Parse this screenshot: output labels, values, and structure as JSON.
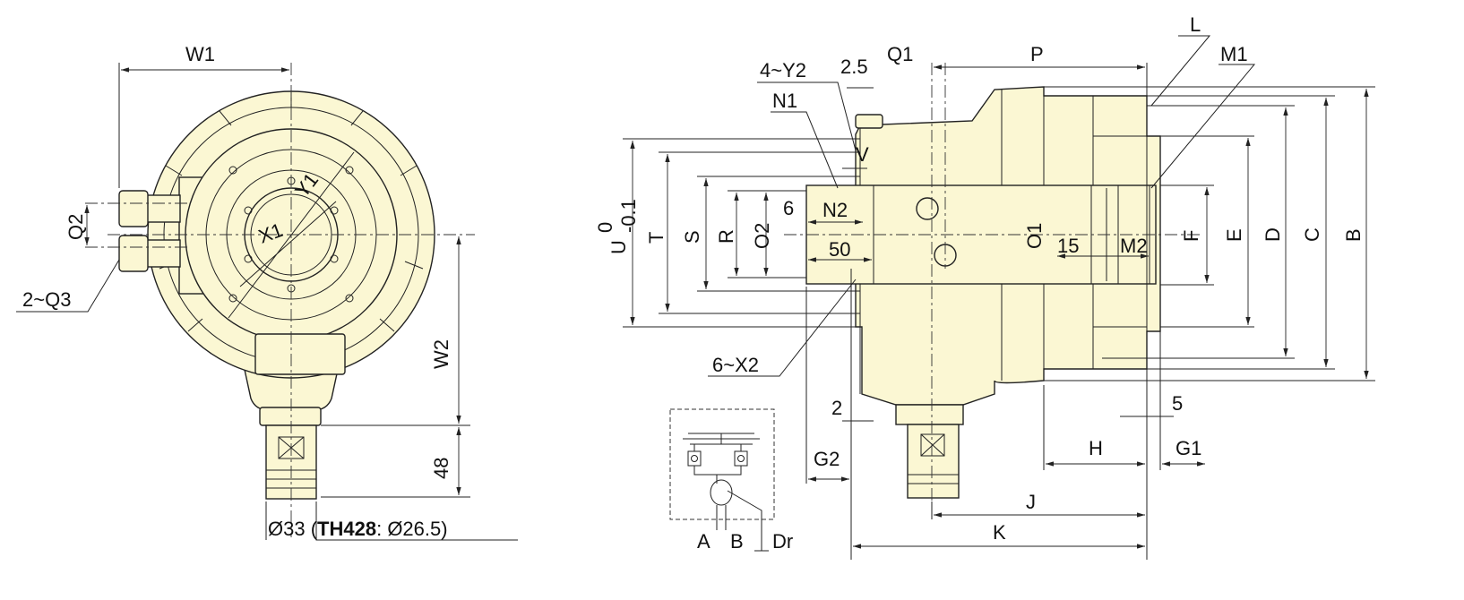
{
  "colors": {
    "body": "#fbf7d3",
    "line": "#222222"
  },
  "front_view": {
    "w1": "W1",
    "q2": "Q2",
    "q3": "2~Q3",
    "w2": "W2",
    "dim48": "48",
    "x1": "X1",
    "y1": "Y1",
    "shaft_dia": "Ø33",
    "model_open": "(",
    "model": "TH428",
    "model_note": ": Ø26.5)"
  },
  "side_view": {
    "q1": "Q1",
    "p": "P",
    "l": "L",
    "m1": "M1",
    "y2": "4~Y2",
    "dim2_5": "2.5",
    "n1": "N1",
    "v": "V",
    "u": "U",
    "u_tol_upper": "0",
    "u_tol_lower": "-0.1",
    "t": "T",
    "s": "S",
    "r": "R",
    "o2": "O2",
    "dim6": "6",
    "n2": "N2",
    "dim50": "50",
    "o1": "O1",
    "dim15": "15",
    "m2": "M2",
    "f": "F",
    "e": "E",
    "d": "D",
    "c": "C",
    "b": "B",
    "x2": "6~X2",
    "dim2": "2",
    "dim5": "5",
    "g2": "G2",
    "h": "H",
    "g1": "G1",
    "j": "J",
    "k": "K"
  },
  "schematic": {
    "a": "A",
    "b": "B",
    "dr": "Dr"
  }
}
